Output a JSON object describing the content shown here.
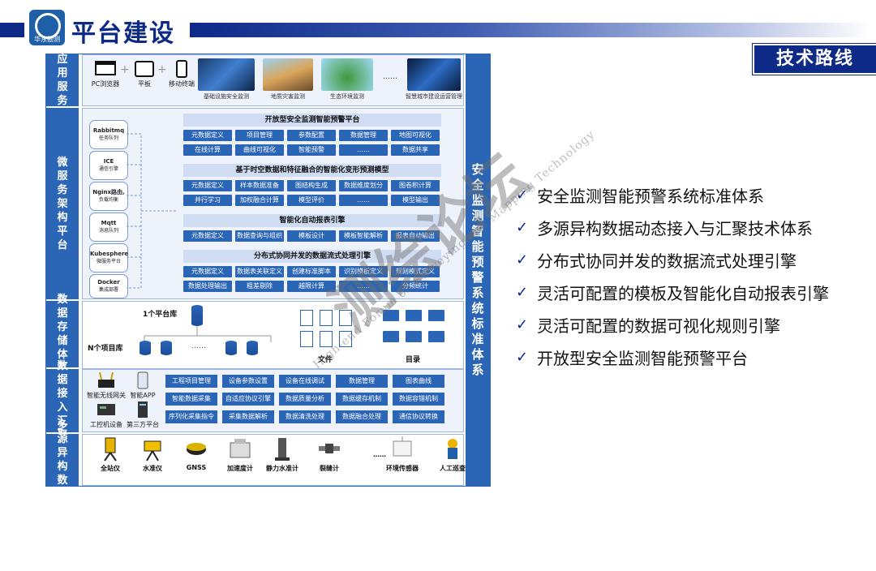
{
  "header": {
    "title": "平台建设",
    "logo_text": "华东勘测",
    "badge": "技术路线"
  },
  "diagram": {
    "right_bar": "安全监测智能预警系统标准体系",
    "rows": {
      "app": "应用服务",
      "micro": "微服务架构平台",
      "storage": "数据存储体系",
      "ingest": "数据接入汇聚",
      "sources": "多源异构数据"
    },
    "app_devices": [
      "PC浏览器",
      "平板",
      "移动终端"
    ],
    "app_systems": [
      "基础设施安全监测",
      "地质灾害监测",
      "生态环境监测",
      "……",
      "智慧城市建设运营管理"
    ],
    "services": [
      {
        "name": "Rabbitmq",
        "desc": "任务队列"
      },
      {
        "name": "ICE",
        "desc": "通信引擎"
      },
      {
        "name": "Nginx路由,",
        "desc": "负载均衡"
      },
      {
        "name": "Mqtt",
        "desc": "消息队列"
      },
      {
        "name": "Kubesphere",
        "desc": "微服务平台"
      },
      {
        "name": "Docker",
        "desc": "集成部署"
      }
    ],
    "sections": [
      {
        "title": "开放型安全监测智能预警平台",
        "rows": [
          [
            "元数据定义",
            "项目管理",
            "参数配置",
            "数据管理",
            "地图可视化"
          ],
          [
            "在线计算",
            "曲线可视化",
            "智能预警",
            "……",
            "数据共享"
          ]
        ]
      },
      {
        "title": "基于时空数据和特征融合的智能化变形预测模型",
        "rows": [
          [
            "元数据定义",
            "样本数据准备",
            "图结构生成",
            "数据维度划分",
            "图卷积计算"
          ],
          [
            "并行学习",
            "加权融合计算",
            "模型评价",
            "……",
            "模型输出"
          ]
        ]
      },
      {
        "title": "智能化自动报表引擎",
        "rows": [
          [
            "元数据定义",
            "数据查询与组织",
            "模板设计",
            "模板智能解析",
            "报表自动输出"
          ]
        ]
      },
      {
        "title": "分布式协同并发的数据流式处理引擎",
        "rows": [
          [
            "元数据定义",
            "数据表关联定义",
            "创建标准脚本",
            "识别模板定义",
            "规则模式定义"
          ],
          [
            "数据处理输出",
            "粗差剔除",
            "越限计算",
            "……",
            "分频统计"
          ]
        ]
      }
    ],
    "storage": {
      "platform_db": "1个平台库",
      "project_db": "N个项目库",
      "dots": "……",
      "files": "文件",
      "dirs": "目录"
    },
    "ingest_devices": [
      "智能无线网关",
      "智能APP",
      "工控机设备",
      "第三方平台"
    ],
    "ingest_cells": [
      [
        "工程项目管理",
        "设备参数设置",
        "设备在线调试",
        "数据管理",
        "图表曲线"
      ],
      [
        "智能数据采集",
        "自适应协议引擎",
        "数据质量分析",
        "数据缓存机制",
        "数据容错机制"
      ],
      [
        "序列化采集指令",
        "采集数据解析",
        "数据清洗处理",
        "数据融合处理",
        "通信协议转换"
      ]
    ],
    "instruments": [
      "全站仪",
      "水准仪",
      "GNSS",
      "加速度计",
      "静力水准计",
      "裂缝计",
      "……",
      "环境传感器",
      "人工巡查"
    ]
  },
  "checklist": [
    "安全监测智能预警系统标准体系",
    "多源异构数据动态接入与汇聚技术体系",
    "分布式协同并发的数据流式处理引擎",
    "灵活可配置的模板及智能化自动报表引擎",
    "灵活可配置的数据可视化规则引擎",
    "开放型安全监测智能预警平台"
  ],
  "watermark": {
    "big": "测绘论坛",
    "small": "High-end Forum on Surveying and Mapping Technology"
  },
  "colors": {
    "navy": "#0c2a86",
    "diagram_blue": "#2b65b5"
  }
}
